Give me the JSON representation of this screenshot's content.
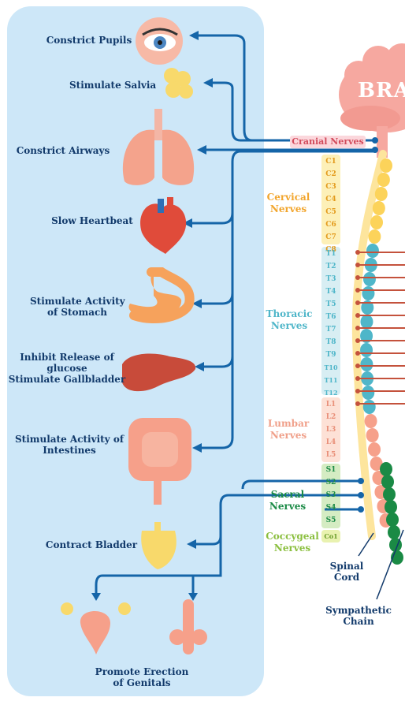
{
  "effects": [
    "Constrict Pupils",
    "Stimulate Salvia",
    "Constrict Airways",
    "Slow Heartbeat",
    "Stimulate Activity\nof Stomach",
    "Inhibit Release of\nglucose\nStimulate Gallbladder",
    "Stimulate Activity of\nIntestines",
    "Contract Bladder",
    "Promote Erection\nof Genitals"
  ],
  "brain": "BRA",
  "nerve_groups": {
    "cranial": "Cranial Nerves",
    "cervical": "Cervical\nNerves",
    "thoracic": "Thoracic\nNerves",
    "lumbar": "Lumbar\nNerves",
    "sacral": "Sacral Nerves",
    "coccygeal": "Coccygeal\nNerves"
  },
  "segments": {
    "cervical": [
      "C1",
      "C2",
      "C3",
      "C4",
      "C5",
      "C6",
      "C7",
      "C8"
    ],
    "thoracic": [
      "T1",
      "T2",
      "T3",
      "T4",
      "T5",
      "T6",
      "T7",
      "T8",
      "T9",
      "T10",
      "T11",
      "T12"
    ],
    "lumbar": [
      "L1",
      "L2",
      "L3",
      "L4",
      "L5"
    ],
    "sacral": [
      "S1",
      "S2",
      "S3",
      "S4",
      "S5"
    ],
    "coccygeal": [
      "Co1"
    ]
  },
  "structures": {
    "spinal_cord": "Spinal\nCord",
    "sympathetic_chain": "Sympathetic\nChain"
  },
  "colors": {
    "panel": "#cde7f8",
    "arrow": "#1565a8",
    "label": "#123a6b",
    "cervical": "#f2a52c",
    "thoracic": "#4fb6c9",
    "lumbar": "#f0a08a",
    "sacral": "#1a8a45",
    "coccygeal": "#8bbf3f"
  }
}
